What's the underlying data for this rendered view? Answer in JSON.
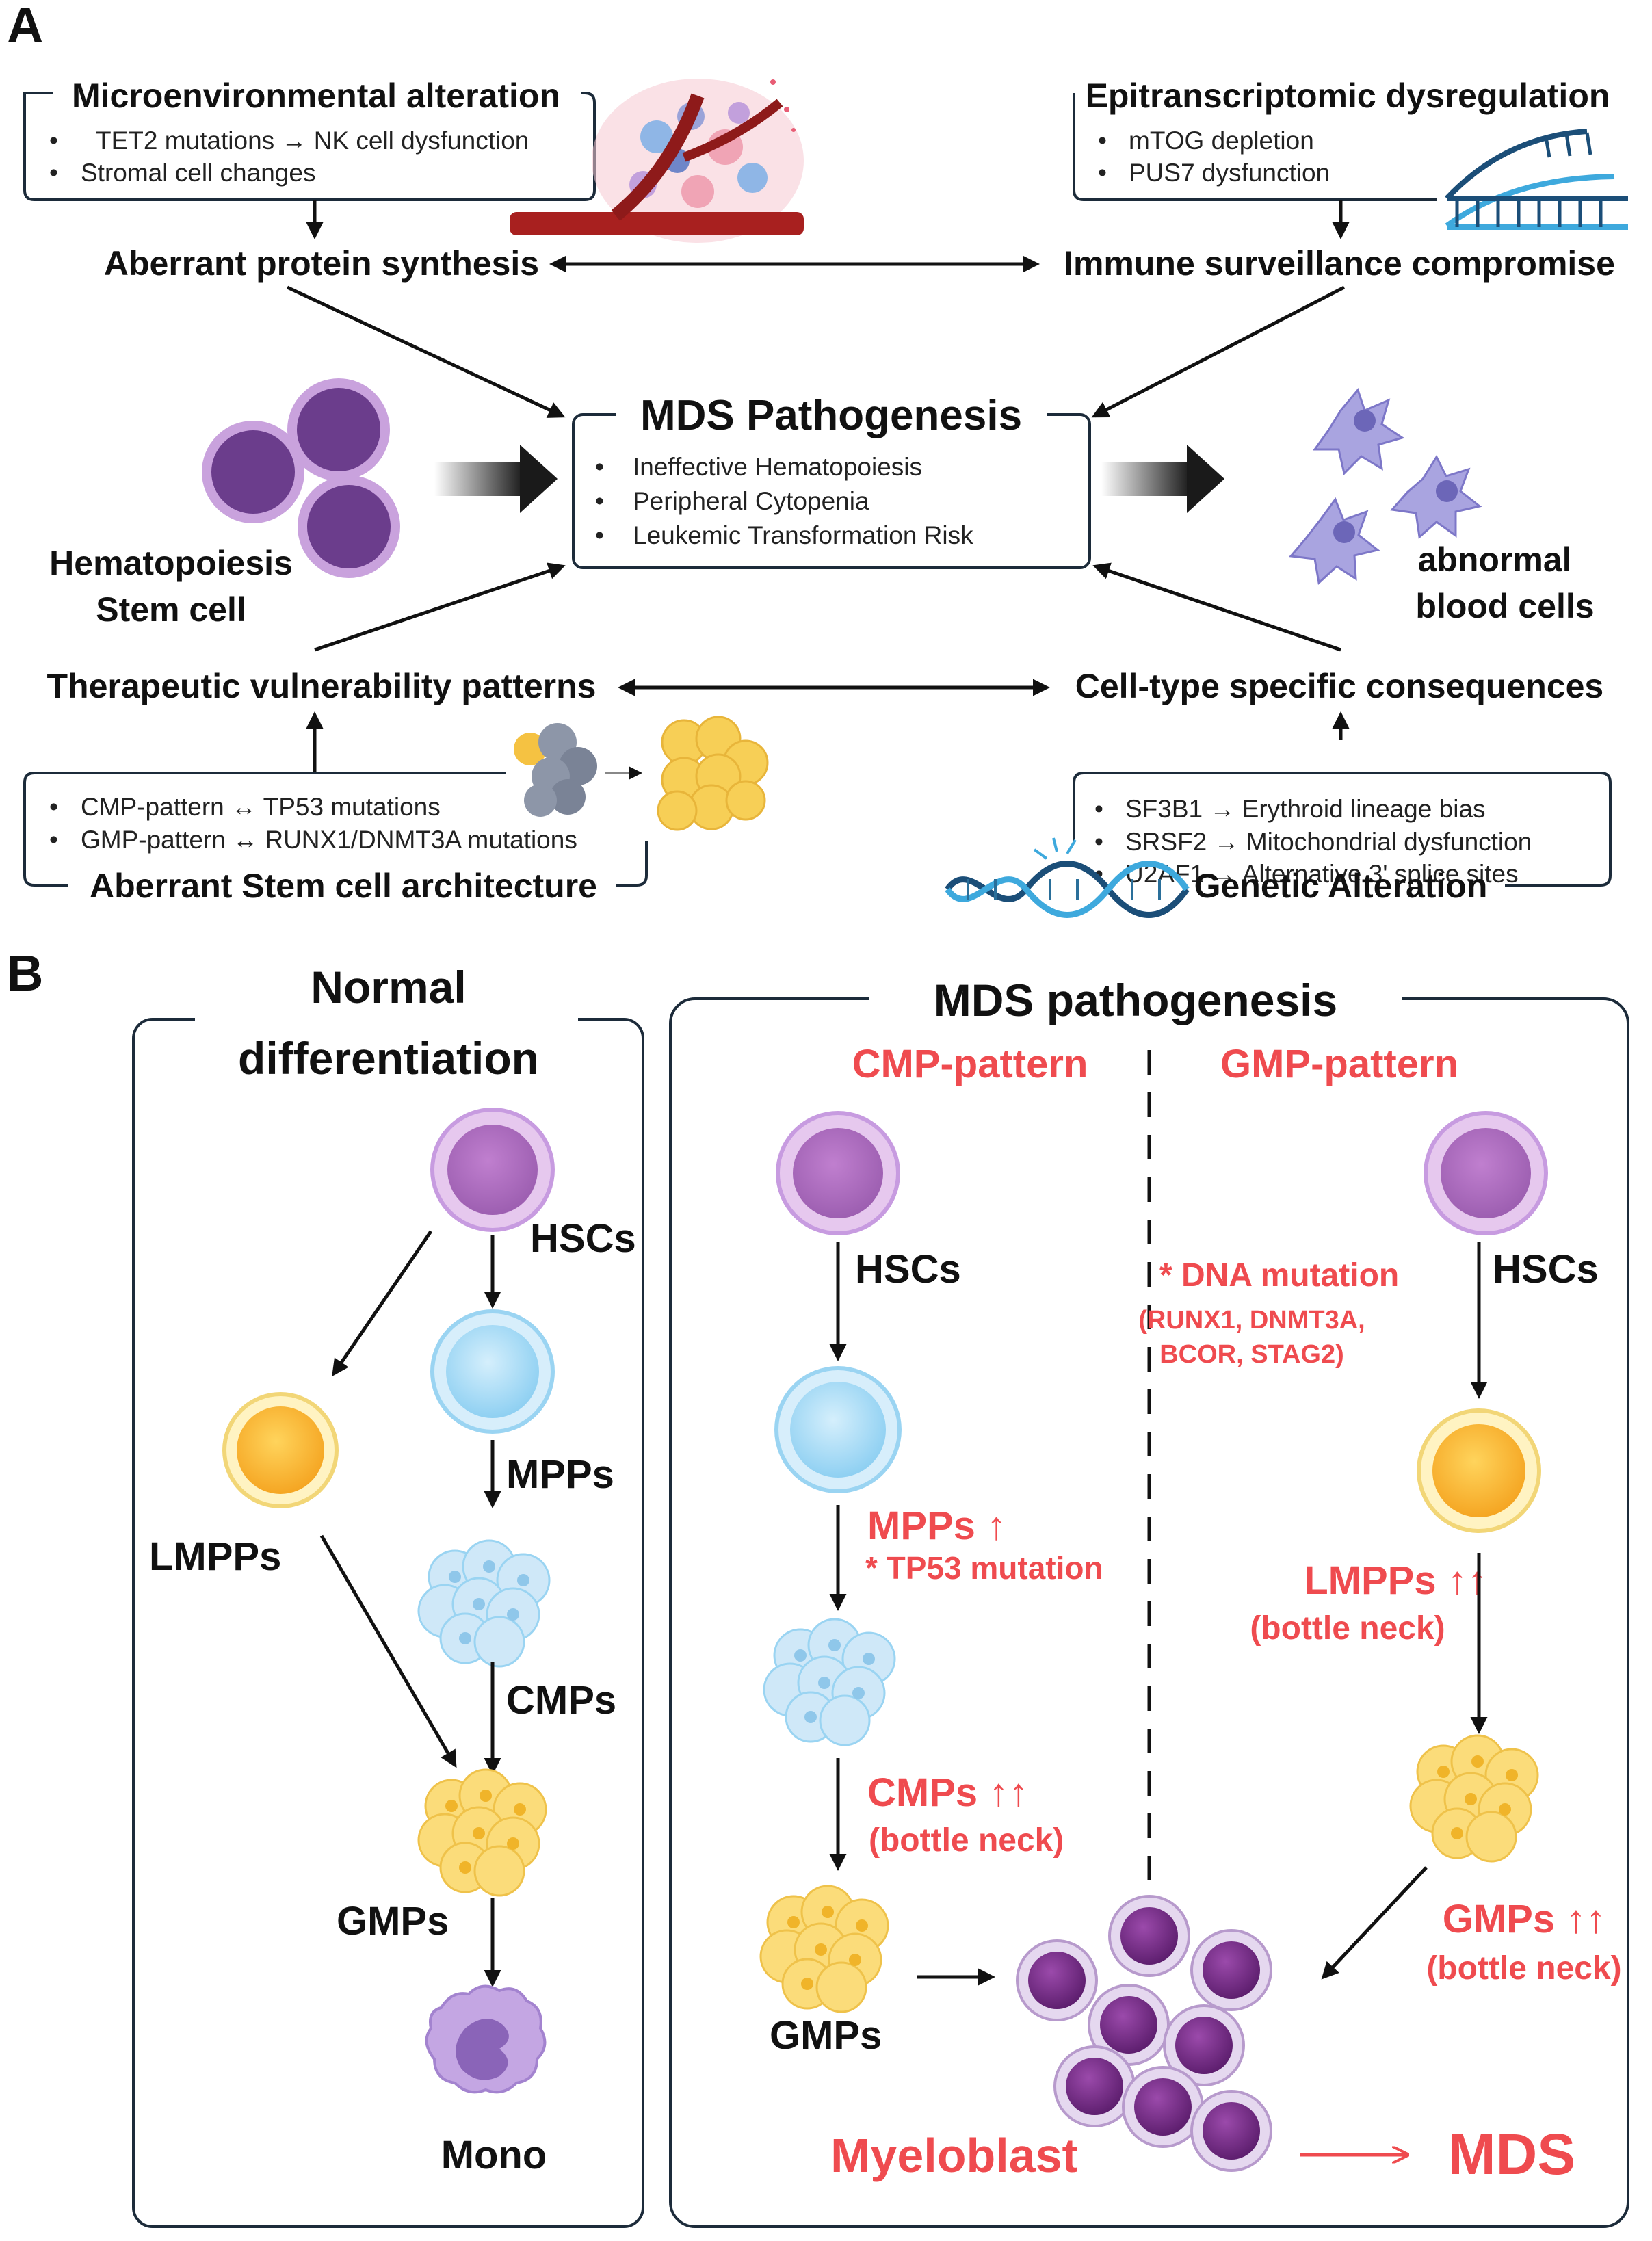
{
  "panel_a": {
    "letter": "A",
    "micro": {
      "title": "Microenvironmental alteration",
      "bullets": [
        "TET2 mutations → NK cell dysfunction",
        "Stromal cell changes"
      ]
    },
    "epi": {
      "title": "Epitranscriptomic dysregulation",
      "bullets": [
        "mTOG depletion",
        "PUS7 dysfunction"
      ]
    },
    "aberrant_protein": "Aberrant protein synthesis",
    "immune": "Immune surveillance compromise",
    "center": {
      "title": "MDS Pathogenesis",
      "bullets": [
        "Ineffective Hematopoiesis",
        "Peripheral Cytopenia",
        "Leukemic Transformation Risk"
      ]
    },
    "stem_label": [
      "Hematopoiesis",
      "Stem cell"
    ],
    "abnormal_label": [
      "abnormal",
      "blood cells"
    ],
    "therapeutic": "Therapeutic vulnerability patterns",
    "celltype": "Cell-type specific consequences",
    "architecture": {
      "title": "Aberrant Stem cell architecture",
      "bullets": [
        "CMP-pattern ↔ TP53 mutations",
        "GMP-pattern ↔ RUNX1/DNMT3A mutations"
      ]
    },
    "genetic": {
      "title": "Genetic Alteration",
      "bullets": [
        "SF3B1 → Erythroid lineage bias",
        "SRSF2 → Mitochondrial dysfunction",
        "U2AF1 → Alternative 3' splice sites"
      ]
    }
  },
  "panel_b": {
    "letter": "B",
    "normal": {
      "title": [
        "Normal",
        "differentiation"
      ],
      "hsc": "HSCs",
      "mpp": "MPPs",
      "lmpp": "LMPPs",
      "cmp": "CMPs",
      "gmp": "GMPs",
      "mono": "Mono"
    },
    "mds": {
      "title": "MDS pathogenesis",
      "cmp_pattern": "CMP-pattern",
      "gmp_pattern": "GMP-pattern",
      "hsc_left": "HSCs",
      "mpp": "MPPs ↑",
      "tp53": "* TP53 mutation",
      "cmps": "CMPs ↑↑",
      "bottle1": "(bottle neck)",
      "gmps_left": "GMPs",
      "dna": "* DNA mutation",
      "dna_genes": [
        "(RUNX1, DNMT3A,",
        "BCOR, STAG2)"
      ],
      "hsc_right": "HSCs",
      "lmpps": "LMPPs ↑↑",
      "bottle2": "(bottle neck)",
      "gmps_right": "GMPs ↑↑",
      "bottle3": "(bottle neck)",
      "myeloblast": "Myeloblast",
      "mds": "MDS"
    }
  },
  "colors": {
    "accent_red": "#ef4b4f",
    "box_border": "#1c2b3a",
    "purple_cell": "#c79be0",
    "blue_cell": "#a9dcf6",
    "yellow_cell": "#f7c84a",
    "blast_cell": "#6b2a7d"
  }
}
